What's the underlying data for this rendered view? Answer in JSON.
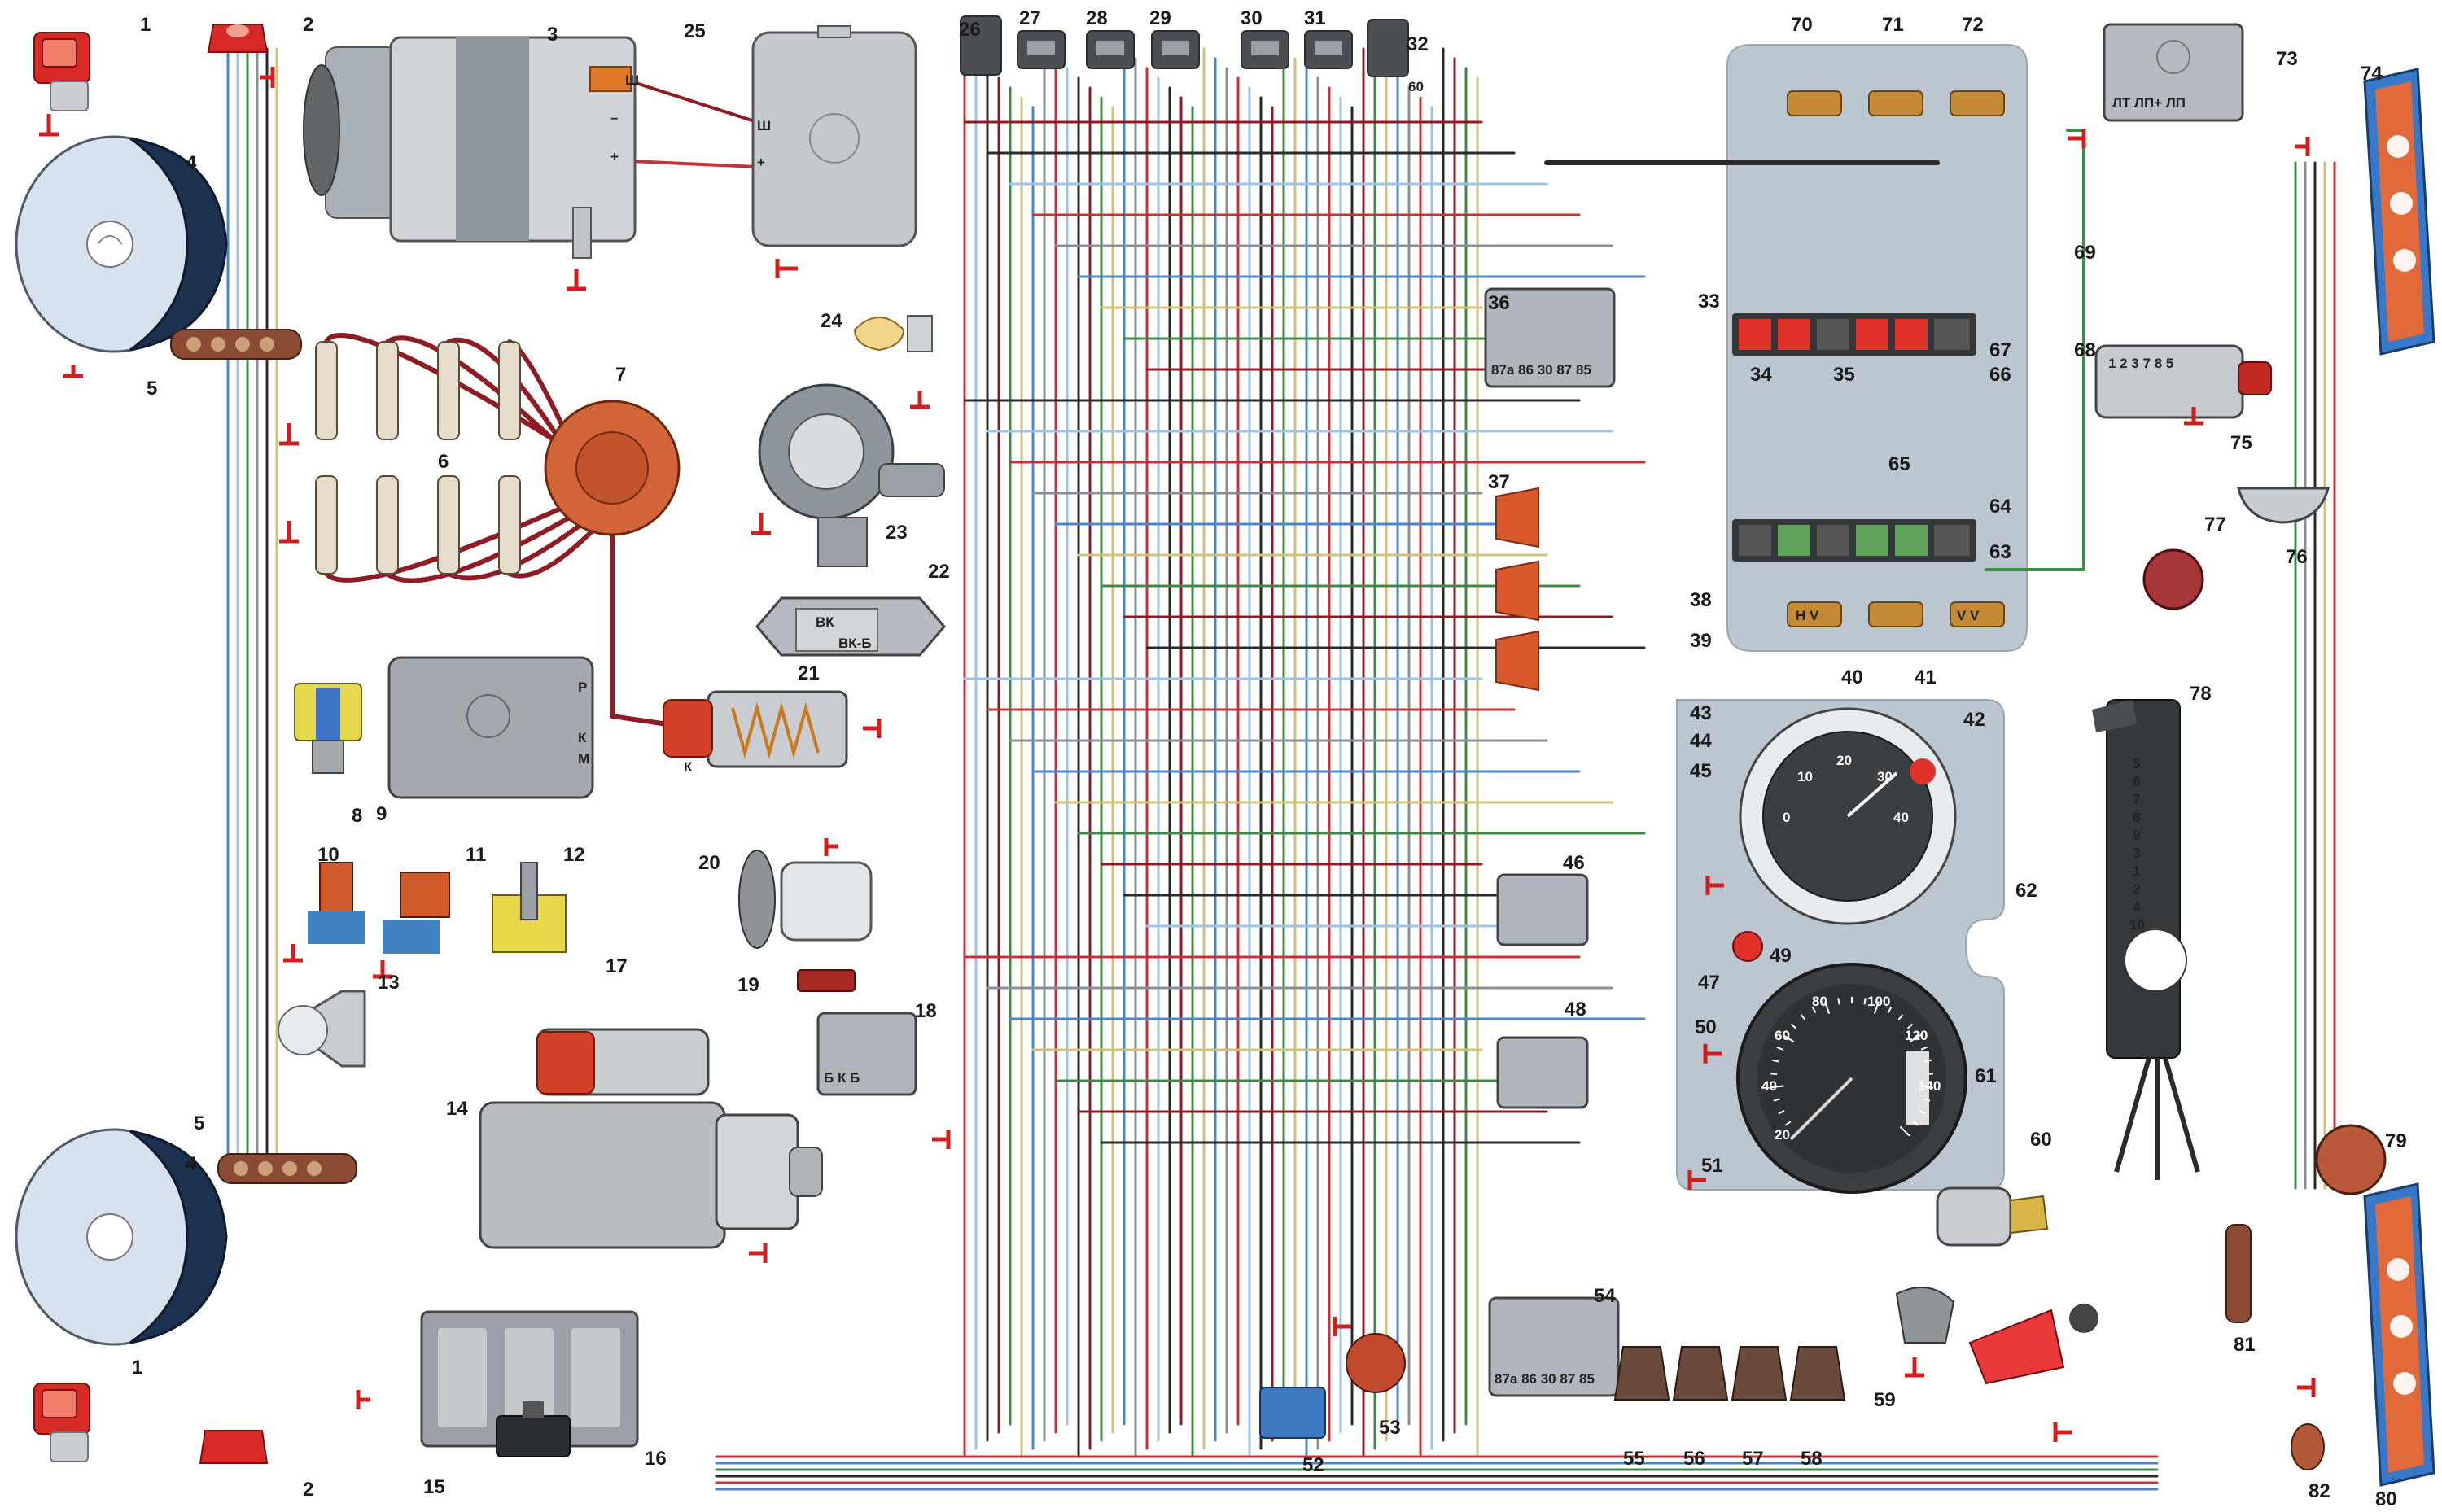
{
  "component_labels": {
    "c1": "1",
    "c2": "2",
    "c3": "3",
    "c4": "4",
    "c5": "5",
    "c6": "6",
    "c7": "7",
    "c8": "8",
    "c9": "9",
    "c10": "10",
    "c11": "11",
    "c12": "12",
    "c13": "13",
    "c14": "14",
    "c15": "15",
    "c16": "16",
    "c17": "17",
    "c18": "18",
    "c19": "19",
    "c20": "20",
    "c21": "21",
    "c22": "22",
    "c23": "23",
    "c24": "24",
    "c25": "25",
    "c26": "26",
    "c27": "27",
    "c28": "28",
    "c29": "29",
    "c30": "30",
    "c31": "31",
    "c32": "32",
    "c33": "33",
    "c34": "34",
    "c35": "35",
    "c36": "36",
    "c37": "37",
    "c38": "38",
    "c39": "39",
    "c40": "40",
    "c41": "41",
    "c42": "42",
    "c43": "43",
    "c44": "44",
    "c45": "45",
    "c46": "46",
    "c47": "47",
    "c48": "48",
    "c49": "49",
    "c50": "50",
    "c51": "51",
    "c52": "52",
    "c53": "53",
    "c54": "54",
    "c55": "55",
    "c56": "56",
    "c57": "57",
    "c58": "58",
    "c59": "59",
    "c60": "60",
    "c61": "61",
    "c62": "62",
    "c63": "63",
    "c64": "64",
    "c65": "65",
    "c66": "66",
    "c67": "67",
    "c68": "68",
    "c69": "69",
    "c70": "70",
    "c71": "71",
    "c72": "72",
    "c73": "73",
    "c74": "74",
    "c75": "75",
    "c76": "76",
    "c77": "77",
    "c78": "78",
    "c79": "79",
    "c80": "80",
    "c81": "81",
    "c82": "82"
  },
  "terminal_marks": {
    "alt_sh": "Ш",
    "alt_minus": "–",
    "alt_plus": "+",
    "reg_sh": "Ш",
    "reg_plus": "+",
    "relay32_60": "60",
    "ign9_p": "Р",
    "ign9_k": "К",
    "ign9_m": "М",
    "coil_k": "К",
    "res22_vk": "ВК",
    "res22_vkb": "ВК-Б",
    "relay_pins": "87а 86 30 87 85",
    "fuse_pins": "1 2 3 7 8 5",
    "sw73_pins": "ЛТ ЛП+ ЛП",
    "relay18_pins": "Б К Б",
    "sw41_pins": "V V",
    "sw39_pins": "H V"
  },
  "steering_switch": {
    "positions": [
      "5",
      "6",
      "7",
      "8",
      "9",
      "3",
      "1",
      "2",
      "4",
      "10"
    ]
  },
  "speedometer": {
    "scale": [
      "20",
      "40",
      "60",
      "80",
      "100",
      "120",
      "140"
    ],
    "max": 140
  },
  "tachometer": {
    "scale": [
      "0",
      "10",
      "20",
      "30",
      "40"
    ]
  },
  "colors": {
    "wire_red": "#c8323a",
    "wire_darkred": "#8d1c24",
    "wire_blue": "#4a86c8",
    "wire_lightblue": "#9fc3e6",
    "wire_green": "#3e8a46",
    "wire_gray": "#8a8f96",
    "wire_black": "#2a2a2a",
    "wire_yellow": "#cfc27a",
    "ground": "#d01f1f",
    "dashboard": "#bcc6d0",
    "indicator_red": "#e0312b",
    "indicator_green": "#5fa35a"
  }
}
